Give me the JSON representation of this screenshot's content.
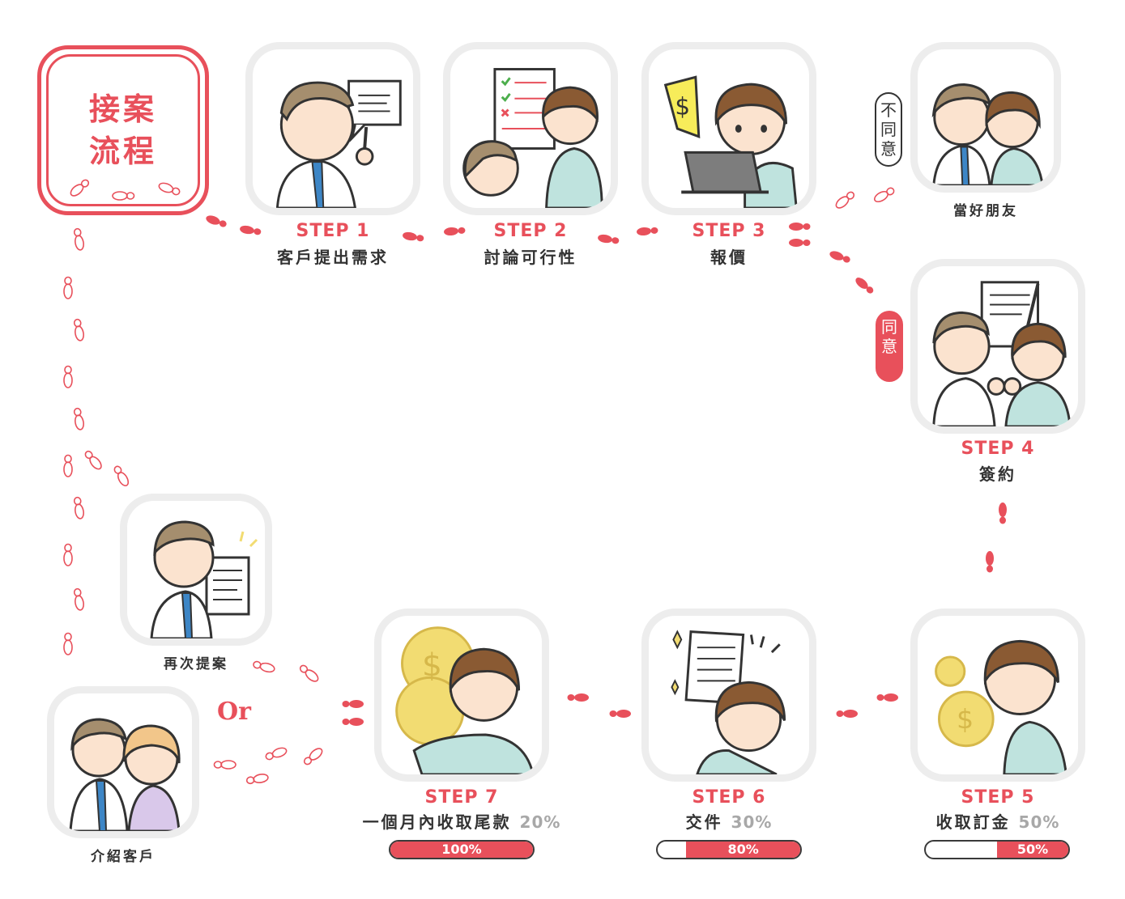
{
  "title": {
    "line1": "接案",
    "line2": "流程"
  },
  "colors": {
    "accent": "#e8505b",
    "text": "#333333",
    "muted": "#a8a8a8",
    "frame": "#ededed"
  },
  "steps": [
    {
      "label": "STEP 1",
      "desc": "客戶提出需求",
      "icon": "client-request-icon"
    },
    {
      "label": "STEP 2",
      "desc": "討論可行性",
      "icon": "discussion-icon"
    },
    {
      "label": "STEP 3",
      "desc": "報價",
      "icon": "quote-icon"
    },
    {
      "label": "STEP 4",
      "desc": "簽約",
      "icon": "contract-icon"
    },
    {
      "label": "STEP 5",
      "desc": "收取訂金",
      "pct": "50%",
      "progress": 0.5,
      "progress_label": "50%",
      "icon": "deposit-icon"
    },
    {
      "label": "STEP 6",
      "desc": "交件",
      "pct": "30%",
      "progress": 0.8,
      "progress_label": "80%",
      "icon": "delivery-icon"
    },
    {
      "label": "STEP 7",
      "desc": "一個月內收取尾款",
      "pct": "20%",
      "progress": 1.0,
      "progress_label": "100%",
      "icon": "final-payment-icon"
    }
  ],
  "branches": {
    "disagree": {
      "pill": "不同意",
      "caption": "當好朋友"
    },
    "agree": {
      "pill": "同意"
    },
    "repeat": {
      "caption": "再次提案"
    },
    "referral": {
      "caption": "介紹客戶"
    },
    "or_label": "Or"
  }
}
